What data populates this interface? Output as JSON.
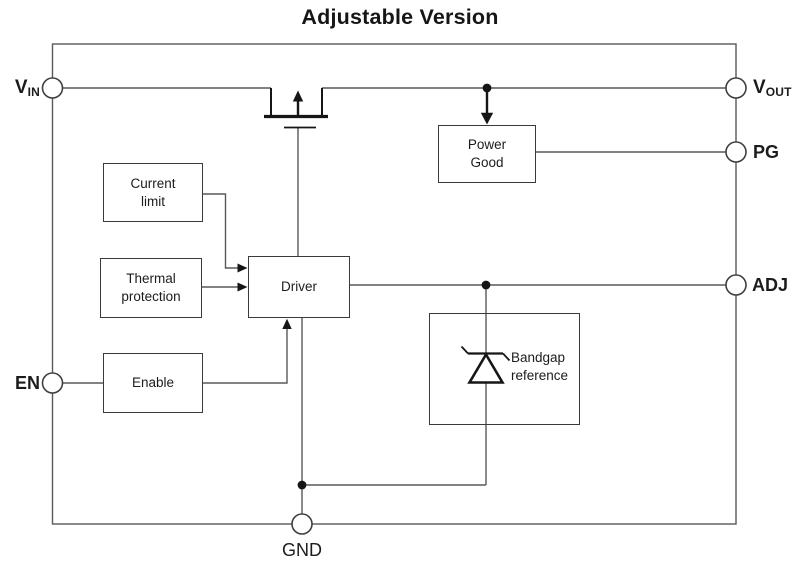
{
  "title": "Adjustable Version",
  "pins": {
    "vin": {
      "letter": "V",
      "sub": "IN"
    },
    "vout": {
      "letter": "V",
      "sub": "OUT"
    },
    "pg": {
      "label": "PG"
    },
    "adj": {
      "label": "ADJ"
    },
    "en": {
      "label": "EN"
    },
    "gnd": {
      "label": "GND"
    }
  },
  "blocks": {
    "current_limit": {
      "line1": "Current",
      "line2": "limit"
    },
    "thermal_protection": {
      "line1": "Thermal",
      "line2": "protection"
    },
    "driver": {
      "line1": "Driver"
    },
    "enable": {
      "line1": "Enable"
    },
    "power_good": {
      "line1": "Power",
      "line2": "Good"
    },
    "bandgap_reference": {
      "line1": "Bandgap",
      "line2": "reference"
    }
  },
  "icons": {
    "pass_transistor": "pmos-pass-transistor-icon",
    "bandgap_diode": "zener-diode-icon"
  },
  "colors": {
    "background": "#ffffff",
    "wire": "#58595b",
    "block_border": "#3a3a3c",
    "ink": "#161616",
    "text": "#1c1c1e"
  }
}
